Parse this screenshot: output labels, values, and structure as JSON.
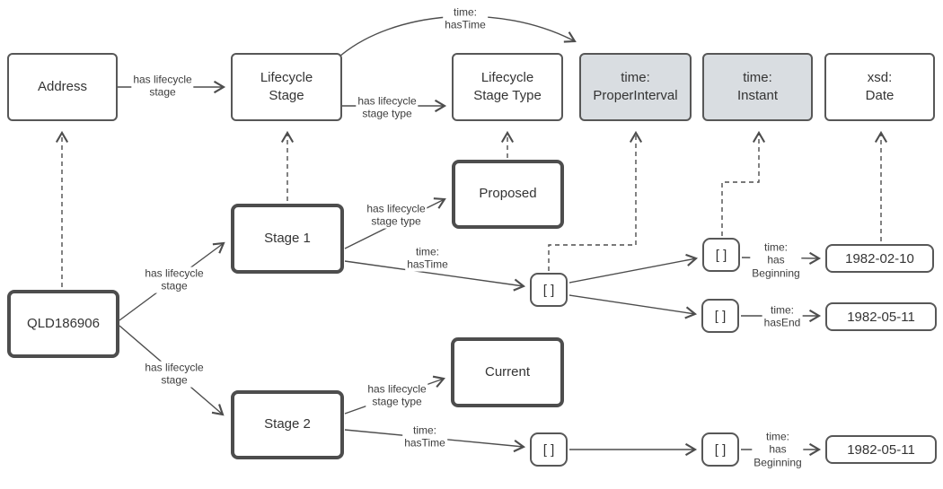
{
  "diagram": {
    "nodes": {
      "address": {
        "label": "Address"
      },
      "lifecycle_stage": {
        "label": "Lifecycle\nStage"
      },
      "lifecycle_stage_type": {
        "label": "Lifecycle\nStage Type"
      },
      "time_proper_interval": {
        "label": "time:\nProperInterval"
      },
      "time_instant": {
        "label": "time:\nInstant"
      },
      "xsd_date": {
        "label": "xsd:\nDate"
      },
      "qld186906": {
        "label": "QLD186906"
      },
      "stage1": {
        "label": "Stage 1"
      },
      "stage2": {
        "label": "Stage 2"
      },
      "proposed": {
        "label": "Proposed"
      },
      "current": {
        "label": "Current"
      },
      "blank_node": {
        "label": "[ ]"
      },
      "date_1982_02_10": {
        "label": "1982-02-10"
      },
      "date_1982_05_11": {
        "label": "1982-05-11"
      }
    },
    "edge_labels": {
      "has_lifecycle_stage": "has lifecycle\nstage",
      "has_lifecycle_stage_type": "has lifecycle\nstage type",
      "time_has_time": "time:\nhasTime",
      "time_has_beginning": "time:\nhas\nBeginning",
      "time_has_end": "time:\nhasEnd"
    },
    "colors": {
      "background": "#ffffff",
      "box_fill": "#ffffff",
      "type_box_fill": "#d9dde1",
      "box_border": "#575757",
      "instance_border": "#4d4d4d",
      "line": "#4d4d4d",
      "text": "#343434"
    }
  }
}
